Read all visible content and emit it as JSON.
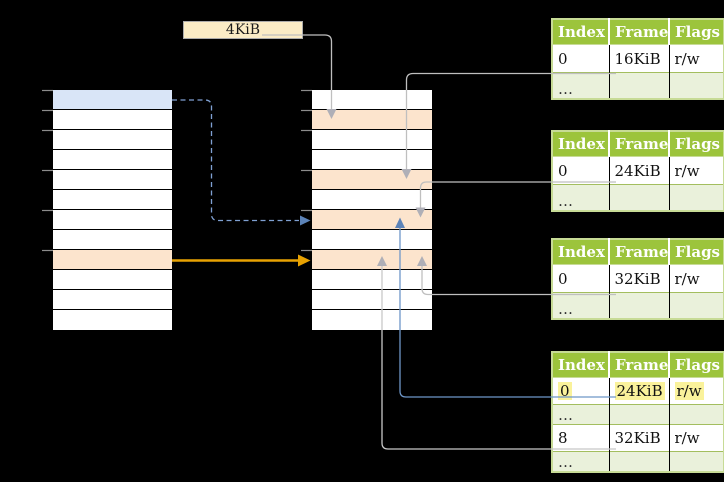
{
  "size_label": "4KiB",
  "left_stack": {
    "rows": [
      "blue",
      "white",
      "white",
      "white",
      "white",
      "white",
      "white",
      "white",
      "orange",
      "white",
      "white",
      "white"
    ]
  },
  "middle_stack": {
    "rows": [
      "white",
      "orange",
      "white",
      "white",
      "orange",
      "white",
      "orange",
      "white",
      "orange",
      "white",
      "white",
      "white"
    ]
  },
  "page_tables": [
    {
      "headers": [
        "Index",
        "Frame",
        "Flags"
      ],
      "rows": [
        {
          "cells": [
            "0",
            "16KiB",
            "r/w"
          ],
          "type": "data",
          "highlight": false
        },
        {
          "cells": [
            "…",
            "",
            ""
          ],
          "type": "ellipsis",
          "highlight": false
        }
      ]
    },
    {
      "headers": [
        "Index",
        "Frame",
        "Flags"
      ],
      "rows": [
        {
          "cells": [
            "0",
            "24KiB",
            "r/w"
          ],
          "type": "data",
          "highlight": false
        },
        {
          "cells": [
            "…",
            "",
            ""
          ],
          "type": "ellipsis",
          "highlight": false
        }
      ]
    },
    {
      "headers": [
        "Index",
        "Frame",
        "Flags"
      ],
      "rows": [
        {
          "cells": [
            "0",
            "32KiB",
            "r/w"
          ],
          "type": "data",
          "highlight": false
        },
        {
          "cells": [
            "…",
            "",
            ""
          ],
          "type": "ellipsis",
          "highlight": false
        }
      ]
    },
    {
      "headers": [
        "Index",
        "Frame",
        "Flags"
      ],
      "rows": [
        {
          "cells": [
            "0",
            "24KiB",
            "r/w"
          ],
          "type": "data",
          "highlight": true
        },
        {
          "cells": [
            "…",
            "",
            ""
          ],
          "type": "ellipsis",
          "highlight": false
        },
        {
          "cells": [
            "8",
            "32KiB",
            "r/w"
          ],
          "type": "data",
          "highlight": false
        },
        {
          "cells": [
            "…",
            "",
            ""
          ],
          "type": "ellipsis",
          "highlight": false
        }
      ]
    }
  ],
  "colors": {
    "background": "#000000",
    "row_blue": "#D9E5F7",
    "row_orange": "#FCE4CD",
    "label_box": "#FBECC6",
    "table_header_green": "#9CC43C",
    "table_ellipsis_green": "#EAF1DB",
    "table_border_green": "#C7DB96",
    "highlight_yellow": "#FAF29B",
    "arrow_gray": "#BFBFBF",
    "arrow_blue": "#6E96C8",
    "arrow_dashed_blue": "#7FA0D2",
    "arrow_orange": "#E8A202"
  }
}
